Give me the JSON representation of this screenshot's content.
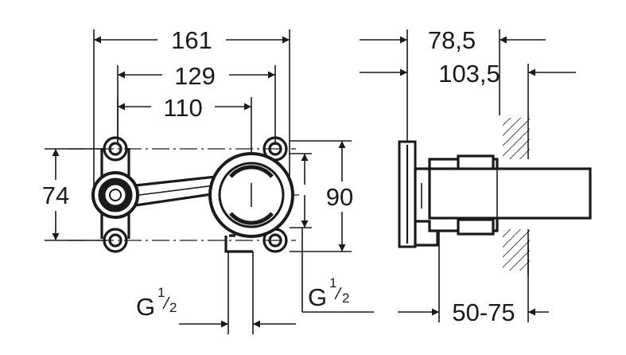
{
  "front_view": {
    "dim_overall_width": "161",
    "dim_outer_holes": "129",
    "dim_inlet_to_center": "110",
    "dim_height_left": "74",
    "dim_height_right": "90",
    "thread_left": {
      "main": "G",
      "sup": "1",
      "sub": "2"
    },
    "thread_right": {
      "main": "G",
      "sup": "1",
      "sub": "2"
    }
  },
  "side_view": {
    "dim_wall_depth_min": "78,5",
    "dim_wall_depth_max": "103,5",
    "dim_install_depth": "50-75"
  }
}
